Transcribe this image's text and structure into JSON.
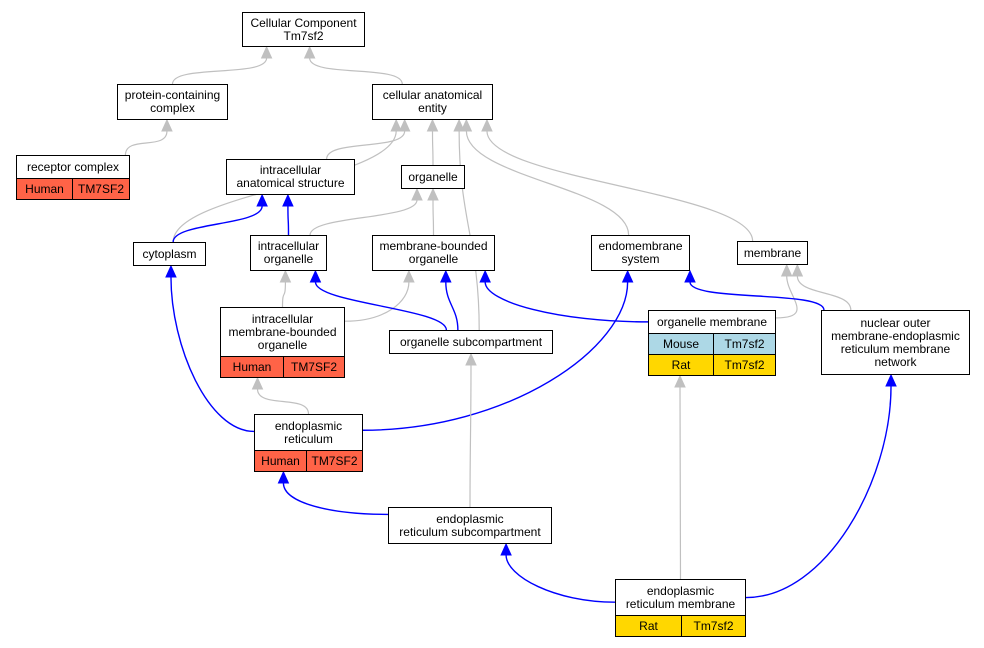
{
  "colors": {
    "is_a_edge": "#c0c0c0",
    "part_of_edge": "#0000ff",
    "human": "#ff6347",
    "mouse": "#add8e6",
    "rat": "#ffd700",
    "node_border": "#000000"
  },
  "nodes": [
    {
      "id": "root",
      "label": "Cellular Component\nTm7sf2"
    },
    {
      "id": "protein_complex",
      "label": "protein-containing\ncomplex"
    },
    {
      "id": "cae",
      "label": "cellular anatomical\nentity"
    },
    {
      "id": "receptor_complex",
      "label": "receptor complex",
      "annotations": [
        {
          "species": "Human",
          "gene": "TM7SF2",
          "color": "#ff6347"
        }
      ]
    },
    {
      "id": "ias",
      "label": "intracellular\nanatomical structure"
    },
    {
      "id": "organelle",
      "label": "organelle"
    },
    {
      "id": "cytoplasm",
      "label": "cytoplasm"
    },
    {
      "id": "io",
      "label": "intracellular\norganelle"
    },
    {
      "id": "mbo",
      "label": "membrane-bounded\norganelle"
    },
    {
      "id": "endomembrane",
      "label": "endomembrane\nsystem"
    },
    {
      "id": "membrane",
      "label": "membrane"
    },
    {
      "id": "imbo",
      "label": "intracellular\nmembrane-bounded\norganelle",
      "annotations": [
        {
          "species": "Human",
          "gene": "TM7SF2",
          "color": "#ff6347"
        }
      ]
    },
    {
      "id": "os",
      "label": "organelle subcompartment"
    },
    {
      "id": "om",
      "label": "organelle membrane",
      "annotations": [
        {
          "species": "Mouse",
          "gene": "Tm7sf2",
          "color": "#add8e6"
        },
        {
          "species": "Rat",
          "gene": "Tm7sf2",
          "color": "#ffd700"
        }
      ]
    },
    {
      "id": "nom",
      "label": "nuclear outer\nmembrane-endoplasmic\nreticulum membrane\nnetwork"
    },
    {
      "id": "er",
      "label": "endoplasmic\nreticulum",
      "annotations": [
        {
          "species": "Human",
          "gene": "TM7SF2",
          "color": "#ff6347"
        }
      ]
    },
    {
      "id": "ers",
      "label": "endoplasmic\nreticulum subcompartment"
    },
    {
      "id": "erm",
      "label": "endoplasmic\nreticulum membrane",
      "annotations": [
        {
          "species": "Rat",
          "gene": "Tm7sf2",
          "color": "#ffd700"
        }
      ]
    }
  ],
  "edges": [
    {
      "from": "protein_complex",
      "to": "root",
      "type": "is_a"
    },
    {
      "from": "cae",
      "to": "root",
      "type": "is_a"
    },
    {
      "from": "receptor_complex",
      "to": "protein_complex",
      "type": "is_a"
    },
    {
      "from": "ias",
      "to": "cae",
      "type": "is_a"
    },
    {
      "from": "organelle",
      "to": "cae",
      "type": "is_a"
    },
    {
      "from": "cytoplasm",
      "to": "cae",
      "type": "is_a"
    },
    {
      "from": "os",
      "to": "cae",
      "type": "is_a"
    },
    {
      "from": "endomembrane",
      "to": "cae",
      "type": "is_a"
    },
    {
      "from": "membrane",
      "to": "cae",
      "type": "is_a"
    },
    {
      "from": "io",
      "to": "organelle",
      "type": "is_a"
    },
    {
      "from": "mbo",
      "to": "organelle",
      "type": "is_a"
    },
    {
      "from": "cytoplasm",
      "to": "ias",
      "type": "part_of"
    },
    {
      "from": "io",
      "to": "ias",
      "type": "part_of"
    },
    {
      "from": "imbo",
      "to": "io",
      "type": "is_a"
    },
    {
      "from": "imbo",
      "to": "mbo",
      "type": "is_a"
    },
    {
      "from": "os",
      "to": "io",
      "type": "part_of"
    },
    {
      "from": "os",
      "to": "mbo",
      "type": "part_of"
    },
    {
      "from": "om",
      "to": "mbo",
      "type": "part_of"
    },
    {
      "from": "om",
      "to": "membrane",
      "type": "is_a"
    },
    {
      "from": "nom",
      "to": "membrane",
      "type": "is_a"
    },
    {
      "from": "nom",
      "to": "endomembrane",
      "type": "part_of"
    },
    {
      "from": "er",
      "to": "imbo",
      "type": "is_a"
    },
    {
      "from": "er",
      "to": "cytoplasm",
      "type": "part_of"
    },
    {
      "from": "er",
      "to": "endomembrane",
      "type": "part_of"
    },
    {
      "from": "ers",
      "to": "os",
      "type": "is_a"
    },
    {
      "from": "ers",
      "to": "er",
      "type": "part_of"
    },
    {
      "from": "erm",
      "to": "om",
      "type": "is_a"
    },
    {
      "from": "erm",
      "to": "ers",
      "type": "part_of"
    },
    {
      "from": "erm",
      "to": "nom",
      "type": "part_of"
    }
  ]
}
